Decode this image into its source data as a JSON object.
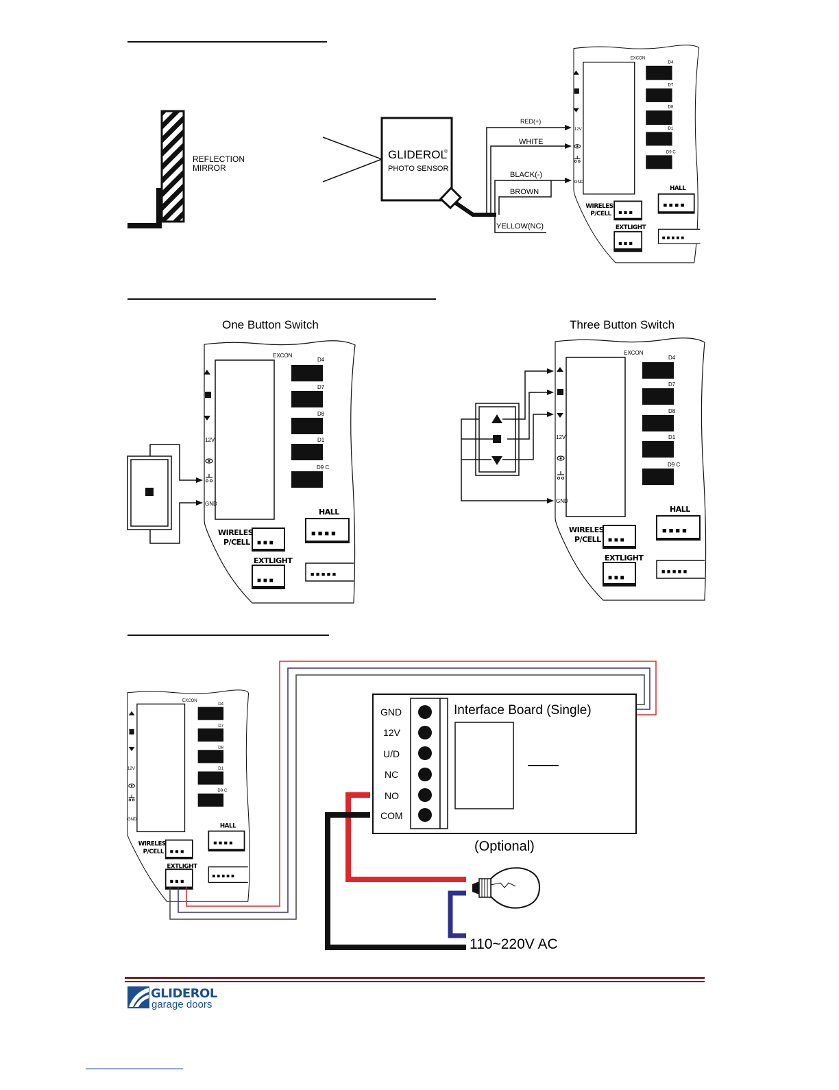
{
  "brand": {
    "logo_word": "GLIDEROL",
    "logo_sub": "garage doors",
    "accent_color": "#7a1f22",
    "logo_blue": "#1d4f8f"
  },
  "board_labels": {
    "excon": "EXCON",
    "d4": "D4",
    "d7": "D7",
    "d8": "D8",
    "d1": "D1",
    "d9": "D9 C",
    "v12": "12V",
    "gnd": "GND",
    "hall": "HALL",
    "wireless": "WIRELESS",
    "pcell": "P/CELL",
    "extlight": "EXTLIGHT"
  },
  "section1": {
    "mirror_label_line1": "REFLECTION",
    "mirror_label_line2": "MIRROR",
    "sensor_brand": "GLIDEROL",
    "sensor_reg": "®",
    "sensor_label": "PHOTO SENSOR",
    "wires": {
      "red": "RED(+)",
      "white": "WHITE",
      "black": "BLACK(-)",
      "brown": "BROWN",
      "yellow": "YELLOW(NC)"
    }
  },
  "section2": {
    "one_button_title": "One Button Switch",
    "three_button_title": "Three Button Switch"
  },
  "section3": {
    "interface_title": "Interface Board (Single)",
    "terminals": [
      "GND",
      "12V",
      "U/D",
      "NC",
      "NO",
      "COM"
    ],
    "optional_label": "(Optional)",
    "ac_label": "110~220V AC",
    "wire_colors": {
      "red": "#e0262b",
      "black": "#111111",
      "blue": "#2e2f8f"
    }
  }
}
